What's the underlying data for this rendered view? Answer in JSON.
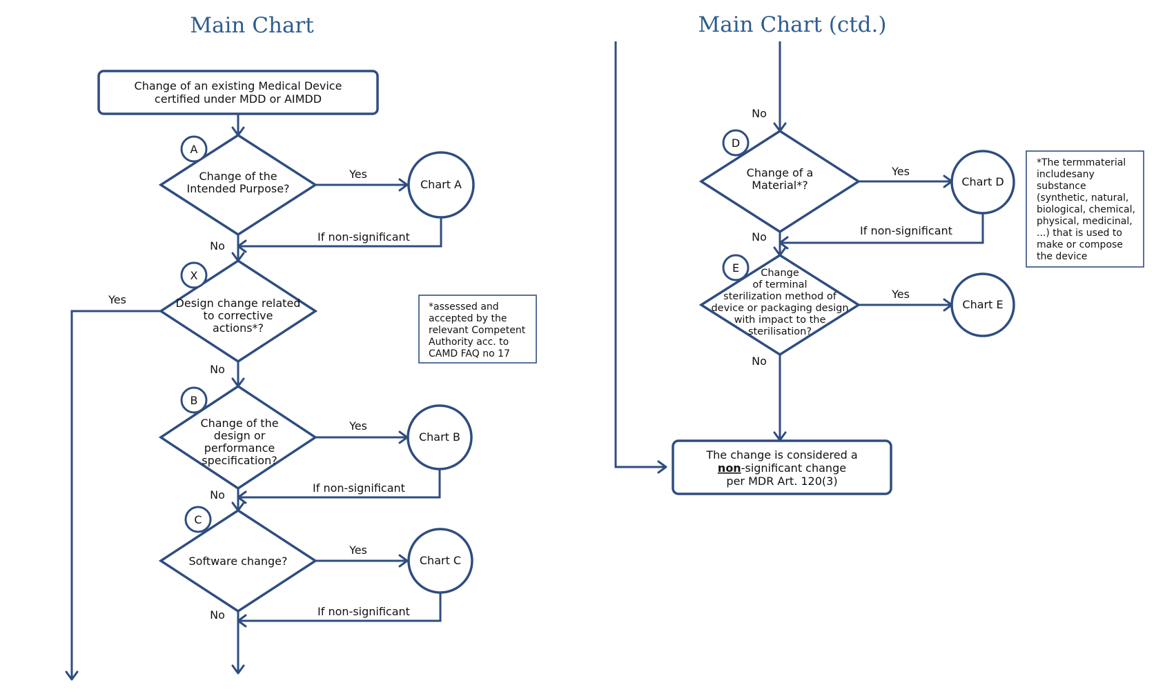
{
  "titles": {
    "left": "Main Chart",
    "right": "Main Chart (ctd.)"
  },
  "start": {
    "line1": "Change of an existing Medical Device",
    "line2": "certified under MDD or AIMDD"
  },
  "decisions": {
    "A": {
      "badge": "A",
      "lines": [
        "Change of the",
        "Intended Purpose?"
      ]
    },
    "X": {
      "badge": "X",
      "lines": [
        "Design change related",
        "to corrective",
        "actions*?"
      ]
    },
    "B": {
      "badge": "B",
      "lines": [
        "Change of the",
        "design or",
        "performance",
        "specification?"
      ]
    },
    "C": {
      "badge": "C",
      "lines": [
        "Software change?"
      ]
    },
    "D": {
      "badge": "D",
      "lines": [
        "Change of a",
        "Material*?"
      ]
    },
    "E": {
      "badge": "E",
      "lines": [
        "Change",
        "of terminal",
        "sterilization method of",
        "device or packaging design",
        "with impact to the",
        "sterilisation?"
      ]
    }
  },
  "charts": {
    "A": "Chart A",
    "B": "Chart B",
    "C": "Chart C",
    "D": "Chart D",
    "E": "Chart E"
  },
  "labels": {
    "yes": "Yes",
    "no": "No",
    "non_significant": "If non-significant"
  },
  "note_corrective": [
    "*assessed and",
    "accepted by the",
    "relevant Competent",
    "Authority acc. to",
    "CAMD FAQ no 17"
  ],
  "note_material": [
    "*The termmaterial",
    "includesany",
    "substance",
    "(synthetic, natural,",
    "biological, chemical,",
    "physical, medicinal,",
    "...) that is used to",
    "make or compose",
    "the device"
  ],
  "end": {
    "line1": "The change is considered a",
    "line2_bold": "non",
    "line2_rest": "-significant change",
    "line3": "per MDR Art. 120(3)"
  },
  "colors": {
    "stroke": "#2e4d80",
    "title": "#2e5d8e"
  }
}
